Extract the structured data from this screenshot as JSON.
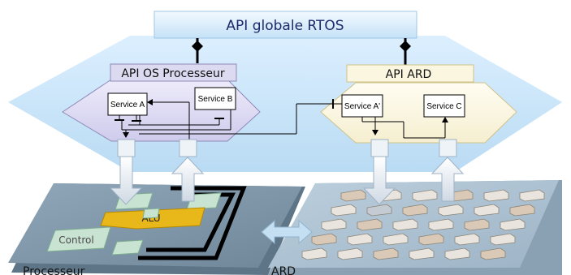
{
  "global_api": {
    "label": "API globale RTOS"
  },
  "processor_api": {
    "label": "API OS Processeur",
    "services": [
      {
        "label": "Service A"
      },
      {
        "label": "Service B"
      }
    ]
  },
  "ard_api": {
    "label": "API ARD",
    "services": [
      {
        "label": "Service A'"
      },
      {
        "label": "Service C"
      }
    ]
  },
  "processor": {
    "label": "Processeur",
    "alu_label": "ALU",
    "control_label": "Control"
  },
  "ard": {
    "label": "ARD"
  },
  "colors": {
    "blue_background": "#cfe6f7",
    "processor_hexagon": "#dcdaf0",
    "ard_hexagon": "#fbf6df",
    "alu": "#e8b81a",
    "control_blocks": "#c9e3d2",
    "chip_platform": "#7d94a8"
  }
}
